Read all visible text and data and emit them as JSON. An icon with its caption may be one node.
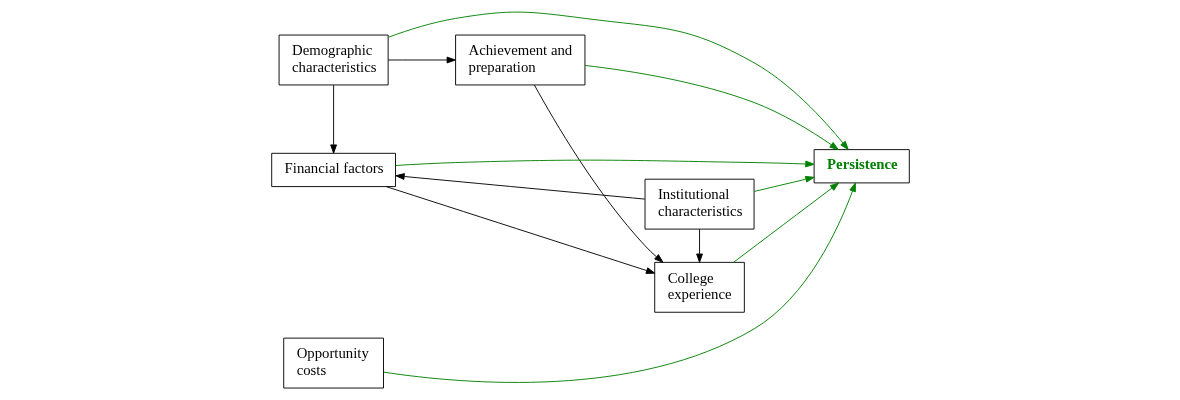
{
  "diagram": {
    "nodes": [
      {
        "text": [
          "Demographic characteristics"
        ]
      },
      {
        "text": [
          "Achievement and preparation"
        ]
      },
      {
        "text": [
          "College experience"
        ]
      },
      {
        "text": [
          "Opportunity costs"
        ]
      },
      {
        "text": [
          "Persistence"
        ]
      },
      {
        "text": [
          "Financial factors"
        ]
      },
      {
        "text": [
          "Institutional characteristics"
        ]
      }
    ],
    "edges": [
      {
        "from": 0,
        "to": 1,
        "arrow": "to"
      },
      {
        "from": 1,
        "to": 2,
        "arrow": "to"
      },
      {
        "from": 0,
        "to": 5,
        "arrow": "to"
      },
      {
        "from": 5,
        "to": 2,
        "arrow": "to"
      },
      {
        "from": 6,
        "to": 2,
        "arrow": "to"
      },
      {
        "from": 6,
        "to": 5,
        "arrow": "to"
      },
      {
        "from": 0,
        "to": 4,
        "arrow": "to",
        "color": "#008000"
      },
      {
        "from": 1,
        "to": 4,
        "arrow": "to",
        "color": "#008000"
      },
      {
        "from": 2,
        "to": 4,
        "arrow": "to",
        "color": "#008000"
      },
      {
        "from": 3,
        "to": 4,
        "arrow": "to",
        "color": "#008000"
      },
      {
        "from": 5,
        "to": 4,
        "arrow": "to",
        "color": "#008000"
      },
      {
        "from": 6,
        "to": 4,
        "arrow": "to",
        "color": "#008000"
      }
    ]
  }
}
